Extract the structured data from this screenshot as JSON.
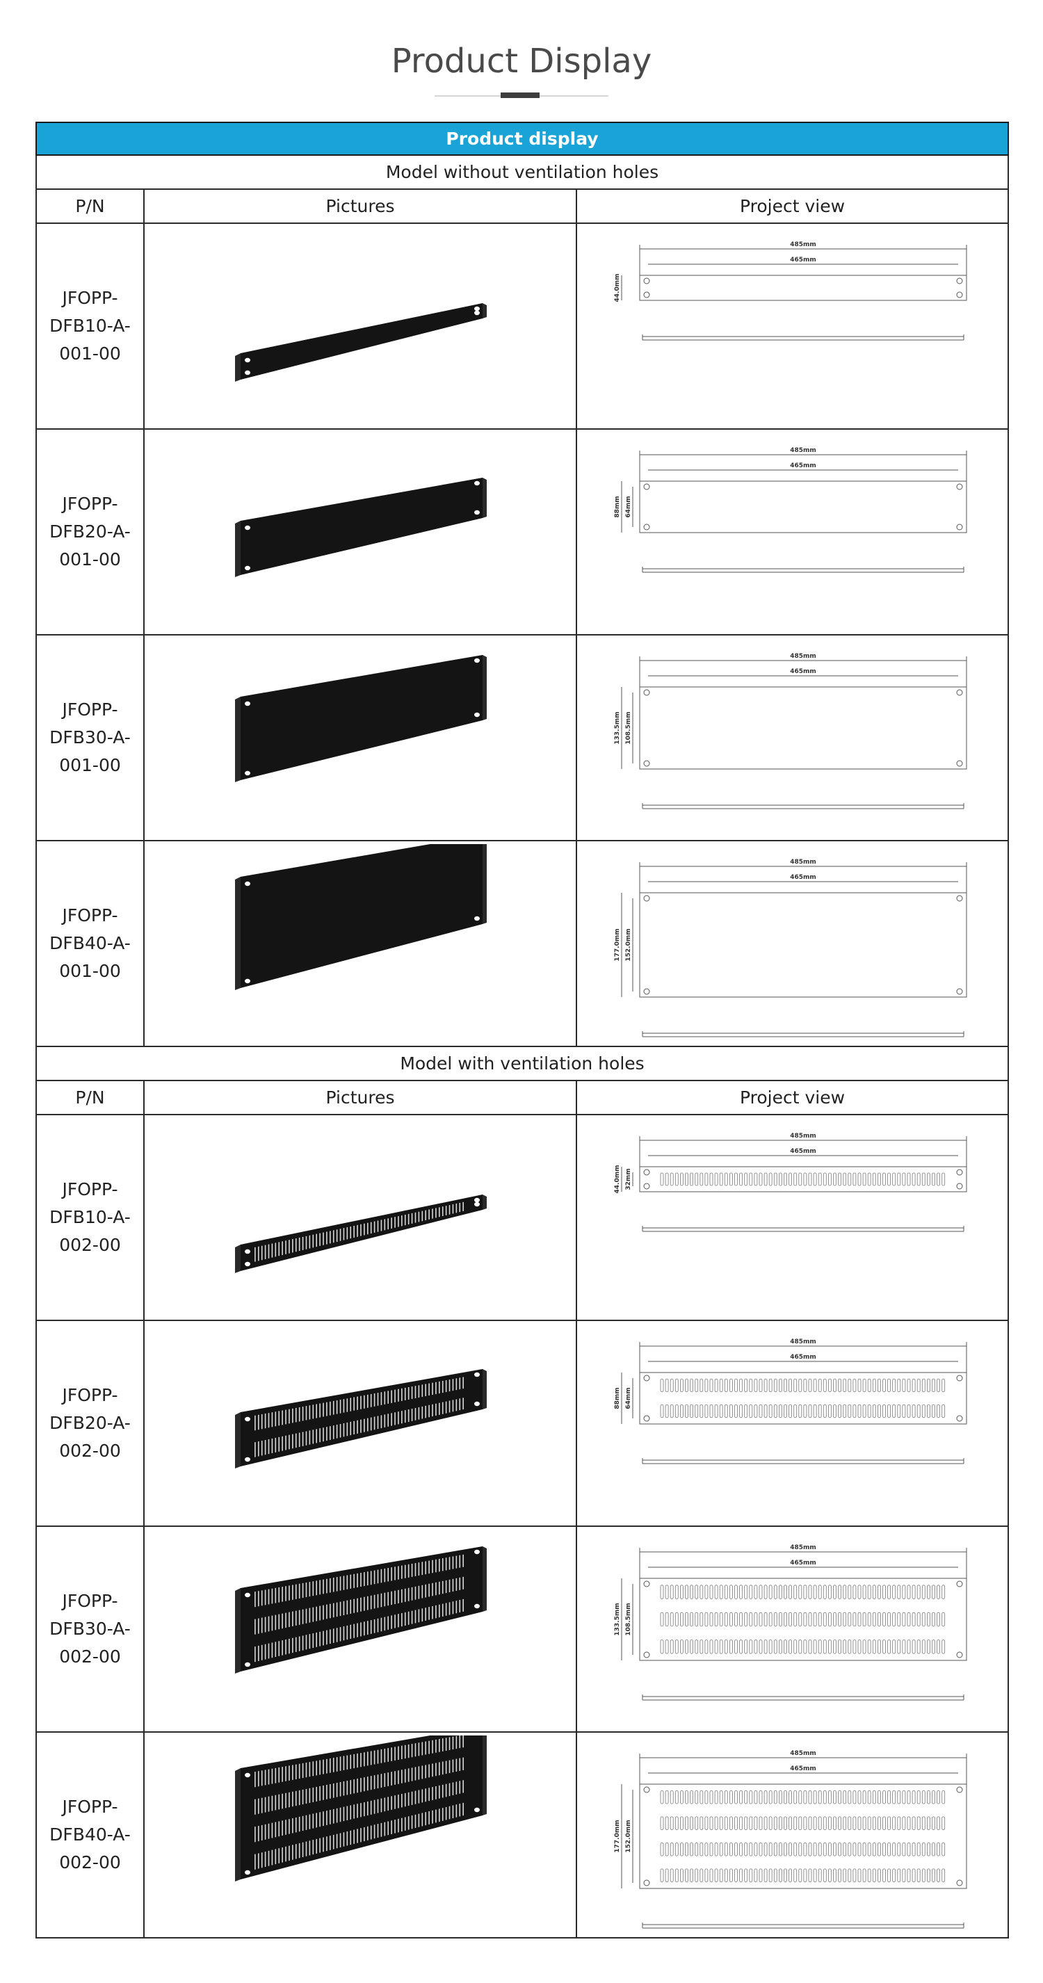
{
  "page": {
    "title": "Product Display"
  },
  "table": {
    "banner": "Product display",
    "columns": {
      "pn": "P/N",
      "pictures": "Pictures",
      "project_view": "Project view"
    },
    "sections": [
      {
        "title": "Model without ventilation holes",
        "vented": false,
        "items": [
          {
            "pn": [
              "JFOPP-",
              "DFB10-A-",
              "001-00"
            ],
            "u": 1,
            "dims": [
              "485mm",
              "465mm",
              "44.0mm"
            ]
          },
          {
            "pn": [
              "JFOPP-",
              "DFB20-A-",
              "001-00"
            ],
            "u": 2,
            "dims": [
              "485mm",
              "465mm",
              "88mm",
              "64mm"
            ]
          },
          {
            "pn": [
              "JFOPP-",
              "DFB30-A-",
              "001-00"
            ],
            "u": 3,
            "dims": [
              "485mm",
              "465mm",
              "133.5mm",
              "108.5mm"
            ]
          },
          {
            "pn": [
              "JFOPP-",
              "DFB40-A-",
              "001-00"
            ],
            "u": 4,
            "dims": [
              "485mm",
              "465mm",
              "177.0mm",
              "152.0mm"
            ]
          }
        ]
      },
      {
        "title": "Model with ventilation holes",
        "vented": true,
        "items": [
          {
            "pn": [
              "JFOPP-",
              "DFB10-A-",
              "002-00"
            ],
            "u": 1,
            "dims": [
              "485mm",
              "465mm",
              "44.0mm",
              "32mm"
            ]
          },
          {
            "pn": [
              "JFOPP-",
              "DFB20-A-",
              "002-00"
            ],
            "u": 2,
            "dims": [
              "485mm",
              "465mm",
              "88mm",
              "64mm"
            ]
          },
          {
            "pn": [
              "JFOPP-",
              "DFB30-A-",
              "002-00"
            ],
            "u": 3,
            "dims": [
              "485mm",
              "465mm",
              "133.5mm",
              "108.5mm"
            ]
          },
          {
            "pn": [
              "JFOPP-",
              "DFB40-A-",
              "002-00"
            ],
            "u": 4,
            "dims": [
              "485mm",
              "465mm",
              "177.0mm",
              "152.0mm"
            ]
          }
        ]
      }
    ]
  },
  "colors": {
    "banner": "#1aa3d6",
    "panel": "#141414",
    "border": "#2b2b2b"
  }
}
